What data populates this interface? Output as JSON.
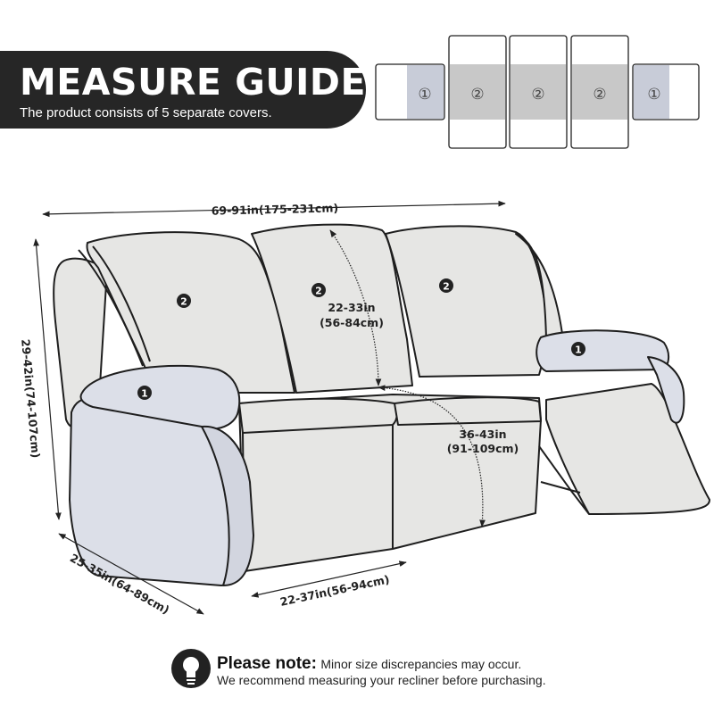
{
  "header": {
    "title": "MEASURE GUIDE",
    "subtitle": "The product consists of 5 separate covers."
  },
  "covers": {
    "labels": [
      "①",
      "②",
      "②",
      "②",
      "①"
    ]
  },
  "dimensions": {
    "width": "69-91in(175-231cm)",
    "height": "29-42in(74-107cm)",
    "depth": "25-35in(64-89cm)",
    "seat_width": "22-37in(56-94cm)",
    "backrest_line1": "22-33in",
    "backrest_line2": "(56-84cm)",
    "footrest_line1": "36-43in",
    "footrest_line2": "(91-109cm)"
  },
  "markers": {
    "backrest": "2",
    "armrest": "1"
  },
  "note": {
    "title": "Please note:",
    "text": "Minor size discrepancies may occur.",
    "line2": "We recommend measuring your recliner before purchasing."
  },
  "colors": {
    "banner": "#262626",
    "sofa_fill": "#e6e6e4",
    "armrest_fill": "#dcdfe8",
    "cover_highlight": "#c8c8c8",
    "arm_highlight": "#c8ccd8",
    "outline": "#1e1e1e"
  }
}
